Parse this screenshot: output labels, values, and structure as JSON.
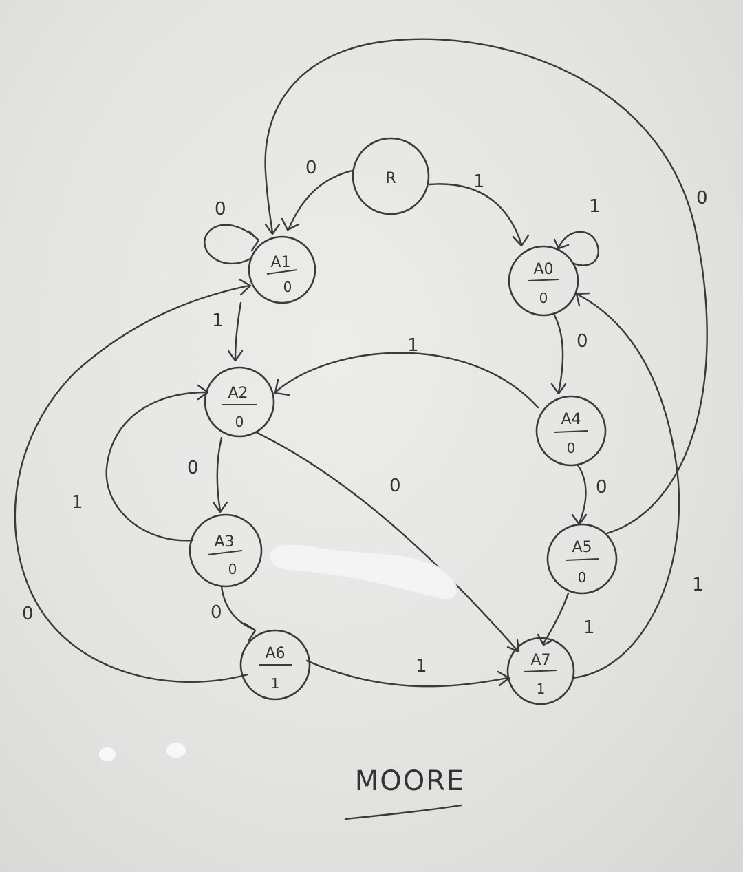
{
  "caption": "MOORE",
  "states": [
    {
      "id": "R",
      "name": "R",
      "output": ""
    },
    {
      "id": "A1",
      "name": "A1",
      "output": "0"
    },
    {
      "id": "A0",
      "name": "A0",
      "output": "0"
    },
    {
      "id": "A2",
      "name": "A2",
      "output": "0"
    },
    {
      "id": "A4",
      "name": "A4",
      "output": "0"
    },
    {
      "id": "A3",
      "name": "A3",
      "output": "0"
    },
    {
      "id": "A5",
      "name": "A5",
      "output": "0"
    },
    {
      "id": "A6",
      "name": "A6",
      "output": "1"
    },
    {
      "id": "A7",
      "name": "A7",
      "output": "1"
    }
  ],
  "transitions": [
    {
      "id": "r-a1",
      "from": "R",
      "to": "A1",
      "label": "0"
    },
    {
      "id": "r-a0",
      "from": "R",
      "to": "A0",
      "label": "1"
    },
    {
      "id": "a1-self",
      "from": "A1",
      "to": "A1",
      "label": "0"
    },
    {
      "id": "a0-self",
      "from": "A0",
      "to": "A0",
      "label": "1"
    },
    {
      "id": "a1-a2",
      "from": "A1",
      "to": "A2",
      "label": "1"
    },
    {
      "id": "a0-a4",
      "from": "A0",
      "to": "A4",
      "label": "0"
    },
    {
      "id": "a4-a2",
      "from": "A4",
      "to": "A2",
      "label": "1"
    },
    {
      "id": "a2-a3",
      "from": "A2",
      "to": "A3",
      "label": "0"
    },
    {
      "id": "a3-a2",
      "from": "A3",
      "to": "A2",
      "label": "1"
    },
    {
      "id": "a2-a7",
      "from": "A2",
      "to": "A7",
      "label": "0"
    },
    {
      "id": "a4-a5",
      "from": "A4",
      "to": "A5",
      "label": "0"
    },
    {
      "id": "a5-a1",
      "from": "A5",
      "to": "A1",
      "label": "0"
    },
    {
      "id": "a5-a7",
      "from": "A5",
      "to": "A7",
      "label": "1"
    },
    {
      "id": "a3-a6",
      "from": "A3",
      "to": "A6",
      "label": "0"
    },
    {
      "id": "a6-a7",
      "from": "A6",
      "to": "A7",
      "label": "1"
    },
    {
      "id": "a6-a1",
      "from": "A6",
      "to": "A1",
      "label": "0"
    },
    {
      "id": "a7-a0",
      "from": "A7",
      "to": "A0",
      "label": "1"
    }
  ]
}
